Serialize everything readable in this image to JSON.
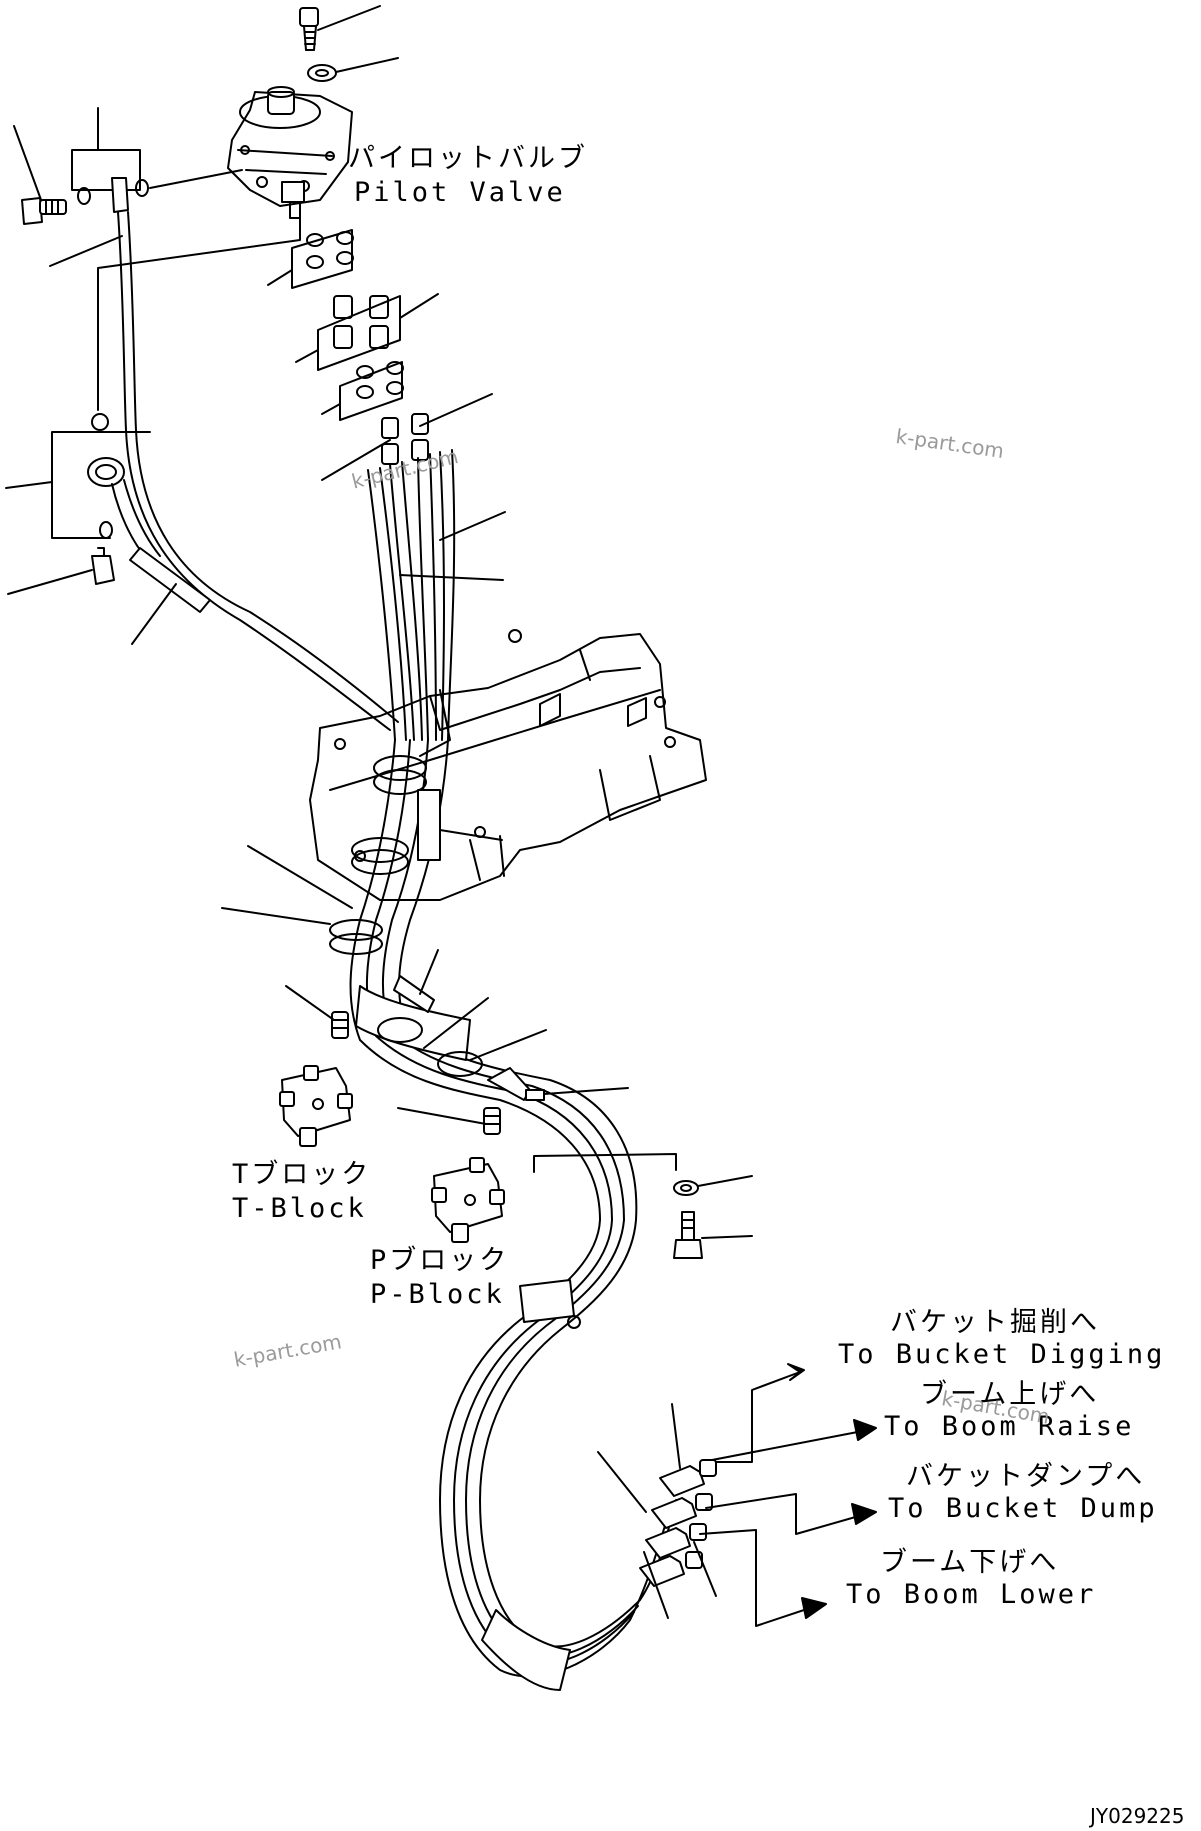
{
  "labels": {
    "pilot_valve_jp": "パイロットバルブ",
    "pilot_valve_en": "Pilot Valve",
    "t_block_jp": "Tブロック",
    "t_block_en": "T-Block",
    "p_block_jp": "Pブロック",
    "p_block_en": "P-Block",
    "bucket_digging_jp": "バケット掘削へ",
    "bucket_digging_en": "To Bucket Digging",
    "boom_raise_jp": "ブーム上げへ",
    "boom_raise_en": "To Boom Raise",
    "bucket_dump_jp": "バケットダンプへ",
    "bucket_dump_en": "To Bucket Dump",
    "boom_lower_jp": "ブーム下げへ",
    "boom_lower_en": "To Boom Lower"
  },
  "watermarks": [
    "k-part.com",
    "k-part.com",
    "k-part.com",
    "k-part.com"
  ],
  "drawing_code": "JY029225"
}
